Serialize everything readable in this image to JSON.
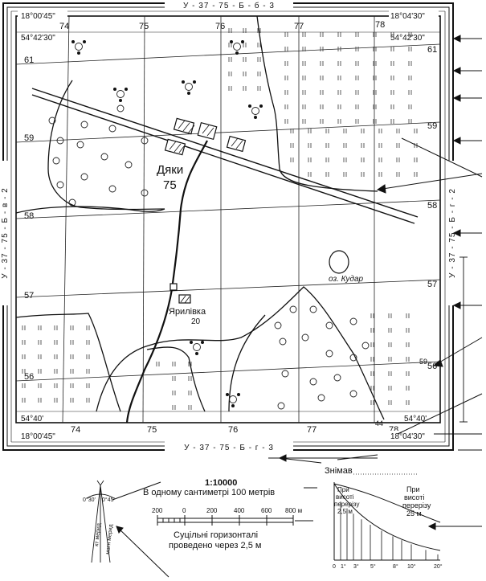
{
  "sheet": {
    "north": "У - 37 - 75 - Б - б - 3",
    "south": "У - 37 - 75 - Б - г - 3",
    "west": "У - 37 - 75 - Б - в - 2",
    "east": "У - 37 - 75 - Б - г - 2"
  },
  "corners": {
    "top_left_lon": "18°00'45\"",
    "top_right_lon": "18°04'30\"",
    "top_left_lat": "54°42'30\"",
    "top_right_lat": "54°42'30\"",
    "bottom_left_lat": "54°40'",
    "bottom_right_lat": "54°40'",
    "bottom_left_lon": "18°00'45\"",
    "bottom_right_lon": "18°04'30\""
  },
  "grid": {
    "top_x": [
      "74",
      "75",
      "76",
      "77",
      "78"
    ],
    "bottom_x": [
      "74",
      "75",
      "76",
      "77",
      "78"
    ],
    "left_y": [
      "61",
      "59",
      "58",
      "57",
      "56"
    ],
    "right_y": [
      "61",
      "59",
      "58",
      "57",
      "56"
    ],
    "small_prefixes": {
      "x": "44",
      "y": "59"
    }
  },
  "places": {
    "village1_name": "Дяки",
    "village1_height": "75",
    "village2_name": "Ярилівка",
    "village2_height": "20",
    "lake": "оз. Кудар"
  },
  "legend": {
    "scale": "1:10000",
    "scale_text": "В одному сантиметрі 100 метрів",
    "scale_ticks": [
      "200",
      "0",
      "200",
      "400",
      "600",
      "800 м"
    ],
    "contours_line1": "Суцільні горизонталі",
    "contours_line2": "проведено через 2,5 м",
    "surveyed": "Знімав",
    "slope_left1": "При",
    "slope_left2": "висоті",
    "slope_left3": "перерізу",
    "slope_left4": "2,5 м",
    "slope_right1": "При",
    "slope_right2": "висоті",
    "slope_right3": "перерізу",
    "slope_right4": "25 м",
    "slope_axis": [
      "0",
      "1°",
      "3°",
      "5°",
      "8°",
      "10°",
      "20°"
    ],
    "decl_left": "0°30'",
    "decl_right": "0°45'",
    "decl_label1": "кт мерид",
    "decl_label2": "магн мерид"
  }
}
